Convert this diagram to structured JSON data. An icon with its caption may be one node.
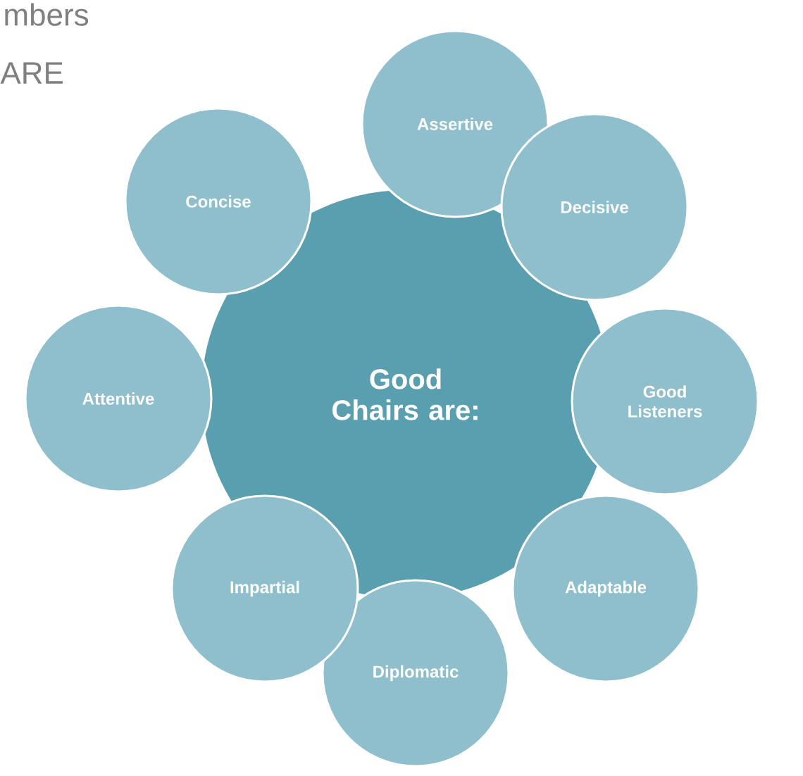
{
  "diagram": {
    "nodes": [
      {
        "text": [
          "Good Chairs are:"
        ]
      },
      {
        "text": [
          "Assertive"
        ]
      },
      {
        "text": [
          "Decisive"
        ]
      },
      {
        "text": [
          "Good Listeners"
        ]
      },
      {
        "text": [
          "Adaptable"
        ]
      },
      {
        "text": [
          "Diplomatic"
        ]
      },
      {
        "text": [
          "Impartial"
        ]
      },
      {
        "text": [
          "Attentive"
        ]
      },
      {
        "text": [
          "Concise"
        ]
      }
    ],
    "labels": [
      "mbers",
      "ARE"
    ]
  }
}
